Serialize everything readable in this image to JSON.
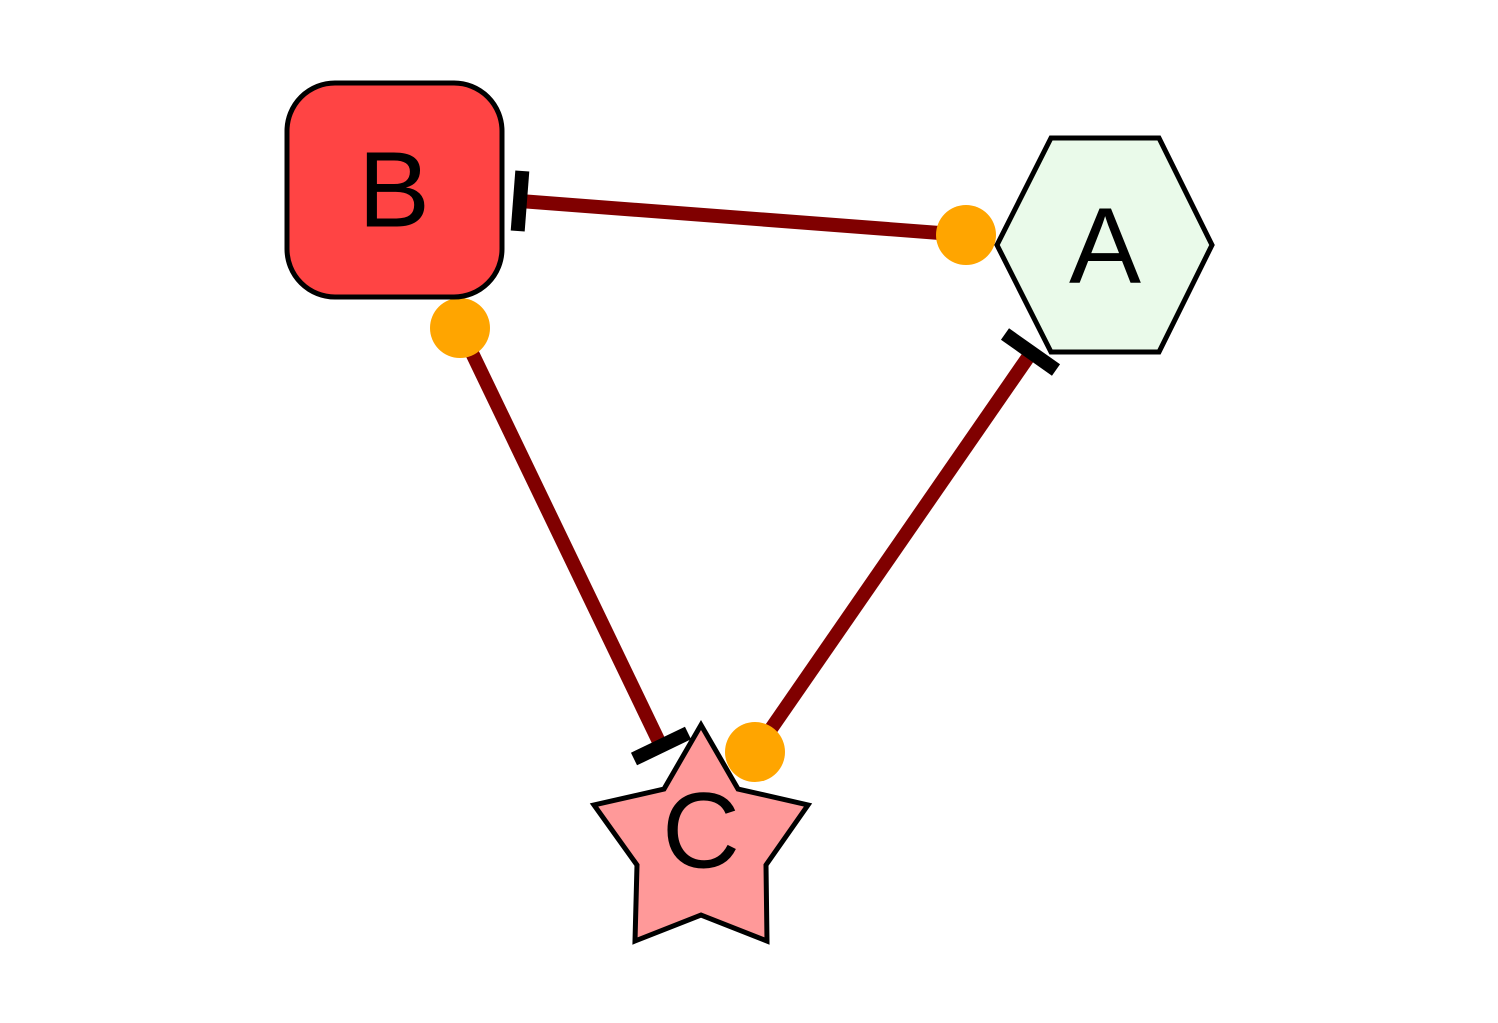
{
  "nodes": {
    "A": {
      "label": "A",
      "shape": "hexagon",
      "fill": "#eafaea"
    },
    "B": {
      "label": "B",
      "shape": "rounded-square",
      "fill": "#ff4444"
    },
    "C": {
      "label": "C",
      "shape": "star",
      "fill": "#ff9999"
    }
  },
  "edges": [
    {
      "from": "A",
      "to": "B",
      "source_marker": "circle",
      "target_marker": "tee"
    },
    {
      "from": "B",
      "to": "C",
      "source_marker": "circle",
      "target_marker": "tee"
    },
    {
      "from": "C",
      "to": "A",
      "source_marker": "circle",
      "target_marker": "tee"
    }
  ],
  "colors": {
    "edge": "#800000",
    "source_marker": "#ffa500",
    "target_marker": "#000000",
    "outline": "#000000"
  }
}
